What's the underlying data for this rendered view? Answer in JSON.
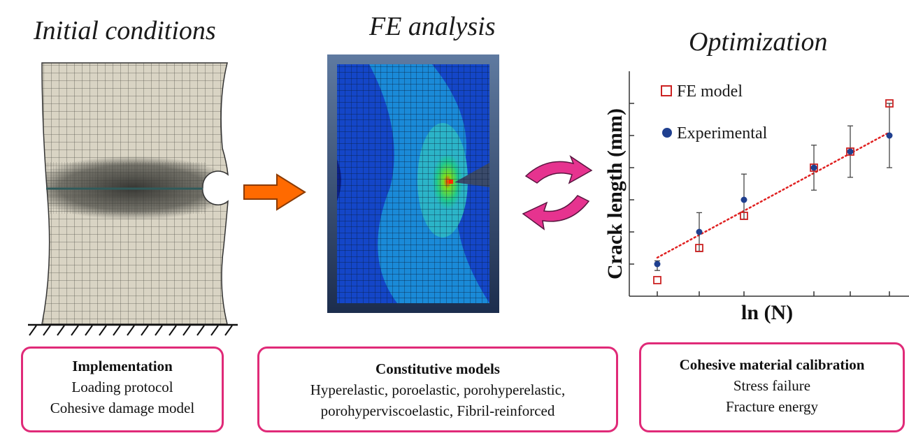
{
  "headings": {
    "initial": "Initial conditions",
    "fe": "FE analysis",
    "optimization": "Optimization"
  },
  "boxes": {
    "implementation": {
      "title": "Implementation",
      "line1": "Loading protocol",
      "line2": "Cohesive damage model"
    },
    "constitutive": {
      "title": "Constitutive models",
      "line1": "Hyperelastic, poroelastic, porohyperelastic,",
      "line2": "porohyperviscoelastic, Fibril-reinforced"
    },
    "calibration": {
      "title": "Cohesive material calibration",
      "line1": "Stress failure",
      "line2": "Fracture energy"
    }
  },
  "colors": {
    "accent_box": "#e02a78",
    "arrow": "#ff6a00",
    "cycle_arrow": "#e6338f",
    "fe_series": "#cc2222",
    "exp_series": "#1f3f8f",
    "fit_line": "#e02020"
  },
  "chart_data": {
    "type": "scatter",
    "xlabel": "ln (N)",
    "ylabel": "Crack length (mm)",
    "xlim": [
      0,
      10
    ],
    "ylim": [
      0,
      7
    ],
    "series": [
      {
        "name": "FE model",
        "marker": "open-square",
        "x": [
          1,
          2.5,
          4.1,
          6.6,
          7.9,
          9.3
        ],
        "y": [
          0.5,
          1.5,
          2.5,
          4.0,
          4.5,
          6.0
        ]
      },
      {
        "name": "Experimental",
        "marker": "filled-circle",
        "x": [
          1,
          2.5,
          4.1,
          6.6,
          7.9,
          9.3
        ],
        "y": [
          1.0,
          2.0,
          3.0,
          4.0,
          4.5,
          5.0
        ],
        "err_low": [
          0.2,
          0.6,
          0.6,
          0.7,
          0.8,
          1.0
        ],
        "err_high": [
          0.1,
          0.6,
          0.8,
          0.7,
          0.8,
          1.0
        ]
      }
    ],
    "trendline": {
      "style": "dotted",
      "x": [
        1,
        9.3
      ],
      "y": [
        1.2,
        5.1
      ]
    }
  }
}
